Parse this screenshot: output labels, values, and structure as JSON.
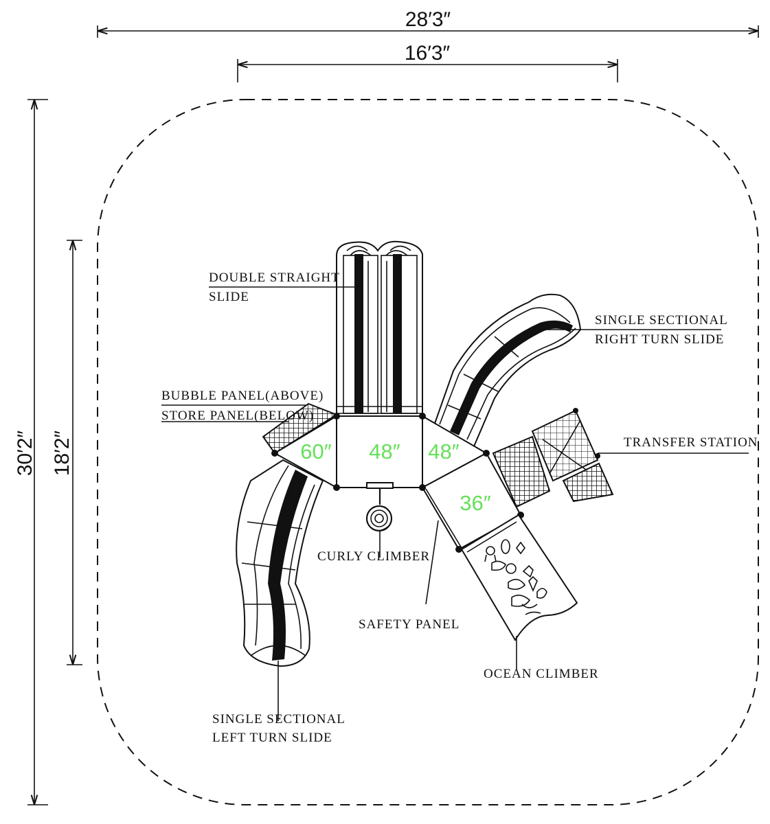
{
  "dimensions": {
    "overall_width": "28′3″",
    "platform_width": "16′3″",
    "overall_depth": "30′2″",
    "platform_depth": "18′2″"
  },
  "labels": {
    "double_straight_slide": [
      "DOUBLE STRAIGHT",
      "SLIDE"
    ],
    "single_sectional_right": [
      "SINGLE SECTIONAL",
      "RIGHT TURN SLIDE"
    ],
    "bubble_store_panel": [
      "BUBBLE PANEL(ABOVE)",
      "STORE PANEL(BELOW)"
    ],
    "transfer_station": "TRANSFER STATION",
    "curly_climber": "CURLY CLIMBER",
    "safety_panel": "SAFETY PANEL",
    "ocean_climber": "OCEAN CLIMBER",
    "single_sectional_left": [
      "SINGLE SECTIONAL",
      "LEFT TURN SLIDE"
    ]
  },
  "deck_heights": {
    "left_triangle": "60″",
    "center_deck": "48″",
    "right_triangle": "48″",
    "lower_deck": "36″"
  },
  "colors": {
    "line": "#111111",
    "deck_height_text": "#66e05a"
  }
}
